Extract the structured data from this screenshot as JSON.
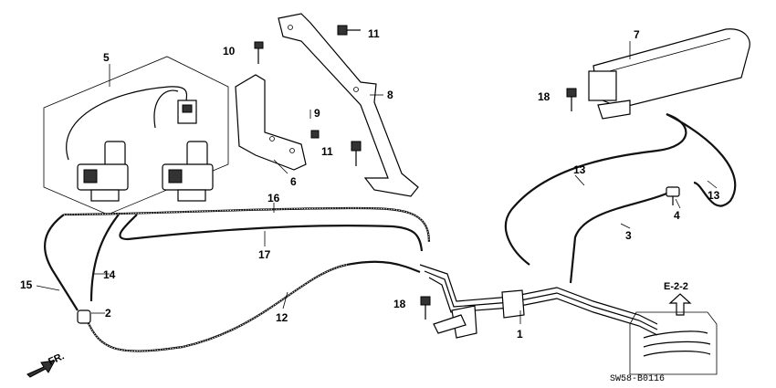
{
  "callouts": {
    "c1": "1",
    "c2": "2",
    "c3": "3",
    "c4": "4",
    "c5": "5",
    "c6": "6",
    "c7": "7",
    "c8": "8",
    "c9": "9",
    "c10": "10",
    "c11a": "11",
    "c11b": "11",
    "c12": "12",
    "c13a": "13",
    "c13b": "13",
    "c14": "14",
    "c15": "15",
    "c16": "16",
    "c17": "17",
    "c18a": "18",
    "c18b": "18"
  },
  "reference": {
    "label": "E-2-2"
  },
  "direction": {
    "label": "FR."
  },
  "diagram_code": "SW58-B0116"
}
